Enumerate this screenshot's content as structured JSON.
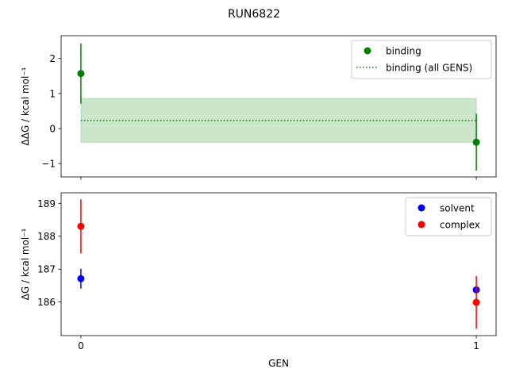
{
  "title": "RUN6822",
  "chart_data": [
    {
      "type": "scatter",
      "ylabel": "ΔΔG / kcal mol⁻¹",
      "xlabel": "",
      "ylim": [
        -1.38,
        2.65
      ],
      "xlim": [
        -0.05,
        1.05
      ],
      "yticks": [
        -1,
        0,
        1,
        2
      ],
      "yticklabels": [
        "−1",
        "0",
        "1",
        "2"
      ],
      "grid": false,
      "legend_position": "top-right",
      "series": [
        {
          "name": "binding",
          "color": "#008000",
          "x": [
            0,
            1
          ],
          "y": [
            1.57,
            -0.39
          ],
          "yerr": [
            0.86,
            0.81
          ],
          "style": "points-errorbars"
        },
        {
          "name": "binding (all GENS)",
          "color": "#008000",
          "x": [
            0,
            1
          ],
          "y": [
            0.23,
            0.23
          ],
          "band": [
            -0.39,
            0.86
          ],
          "style": "dotted-line-band"
        }
      ]
    },
    {
      "type": "scatter",
      "ylabel": "ΔG / kcal mol⁻¹",
      "xlabel": "GEN",
      "ylim": [
        184.98,
        189.32
      ],
      "xlim": [
        -0.05,
        1.05
      ],
      "xticks": [
        0,
        1
      ],
      "xticklabels": [
        "0",
        "1"
      ],
      "yticks": [
        186,
        187,
        188,
        189
      ],
      "yticklabels": [
        "186",
        "187",
        "188",
        "189"
      ],
      "grid": false,
      "legend_position": "top-right",
      "series": [
        {
          "name": "solvent",
          "color": "#0000ff",
          "x": [
            0,
            1
          ],
          "y": [
            186.71,
            186.37
          ],
          "yerr": [
            0.3,
            0.1
          ]
        },
        {
          "name": "complex",
          "color": "#ff0000",
          "x": [
            0,
            1
          ],
          "y": [
            188.3,
            185.99
          ],
          "yerr": [
            0.82,
            0.8
          ]
        }
      ]
    }
  ]
}
